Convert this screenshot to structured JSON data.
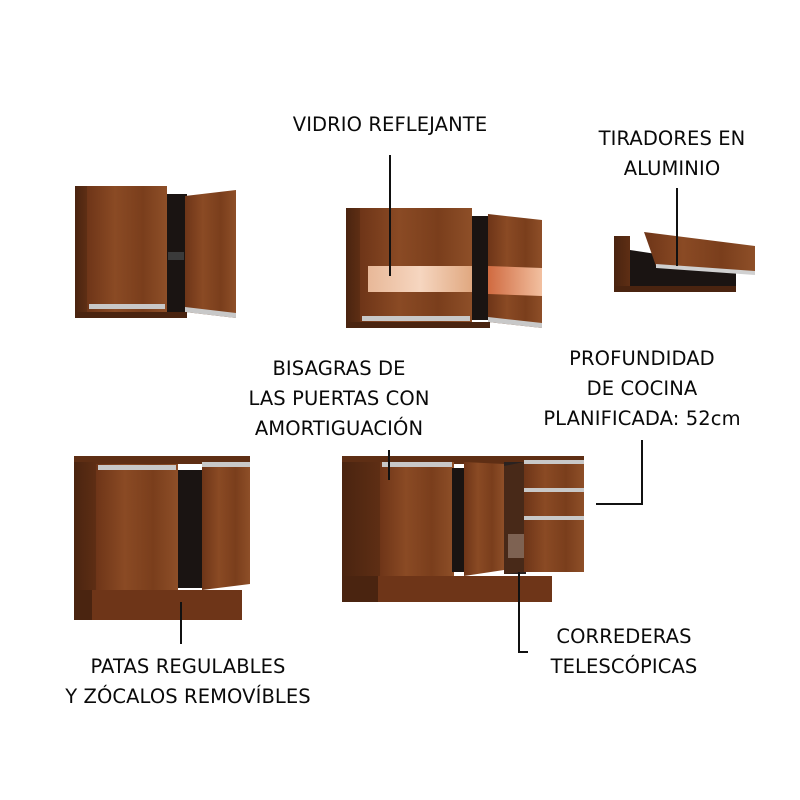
{
  "labels": {
    "vidrio": [
      "VIDRIO REFLEJANTE"
    ],
    "tiradores": [
      "TIRADORES EN",
      "ALUMINIO"
    ],
    "bisagras": [
      "BISAGRAS DE",
      "LAS PUERTAS CON",
      "AMORTIGUACIÓN"
    ],
    "profundidad": [
      "PROFUNDIDAD",
      "DE COCINA",
      "PLANIFICADA: 52cm"
    ],
    "patas": [
      "PATAS REGULABLES",
      "Y ZÓCALOS REMOVÍBLES"
    ],
    "correderas": [
      "CORREDERAS",
      "TELESCÓPICAS"
    ]
  },
  "colors": {
    "wood": "#7a3e1c",
    "wood_dark": "#4a2410",
    "wood_light": "#9a5a32",
    "interior": "#1a1412",
    "aluminum": "#c8c8c8",
    "glass": "#f0c8ac",
    "leader": "#111111"
  }
}
